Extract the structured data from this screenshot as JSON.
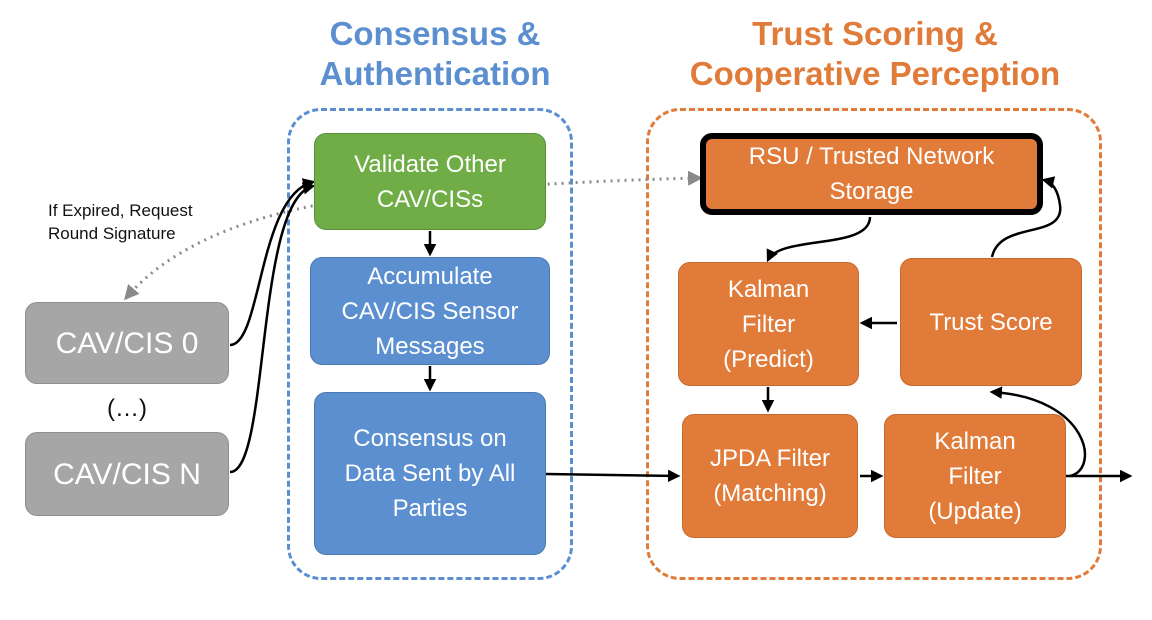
{
  "titles": {
    "consensus": "Consensus &\nAuthentication",
    "trust": "Trust Scoring &\nCooperative Perception"
  },
  "nodes": {
    "validate": "Validate Other\nCAV/CISs",
    "accumulate": "Accumulate\nCAV/CIS Sensor\nMessages",
    "consensus": "Consensus on\nData Sent by All\nParties",
    "rsu": "RSU / Trusted Network\nStorage",
    "kalman_predict": "Kalman\nFilter\n(Predict)",
    "trust_score": "Trust Score",
    "jpda": "JPDA Filter\n(Matching)",
    "kalman_update": "Kalman\nFilter\n(Update)",
    "cav0": "CAV/CIS 0",
    "cavn": "CAV/CIS N"
  },
  "labels": {
    "expired": "If Expired, Request\nRound Signature",
    "ellipsis": "(…)"
  },
  "colors": {
    "blue": "#5b8fcf",
    "orange": "#e07b39",
    "green": "#70ad47",
    "gray": "#a6a6a6"
  }
}
